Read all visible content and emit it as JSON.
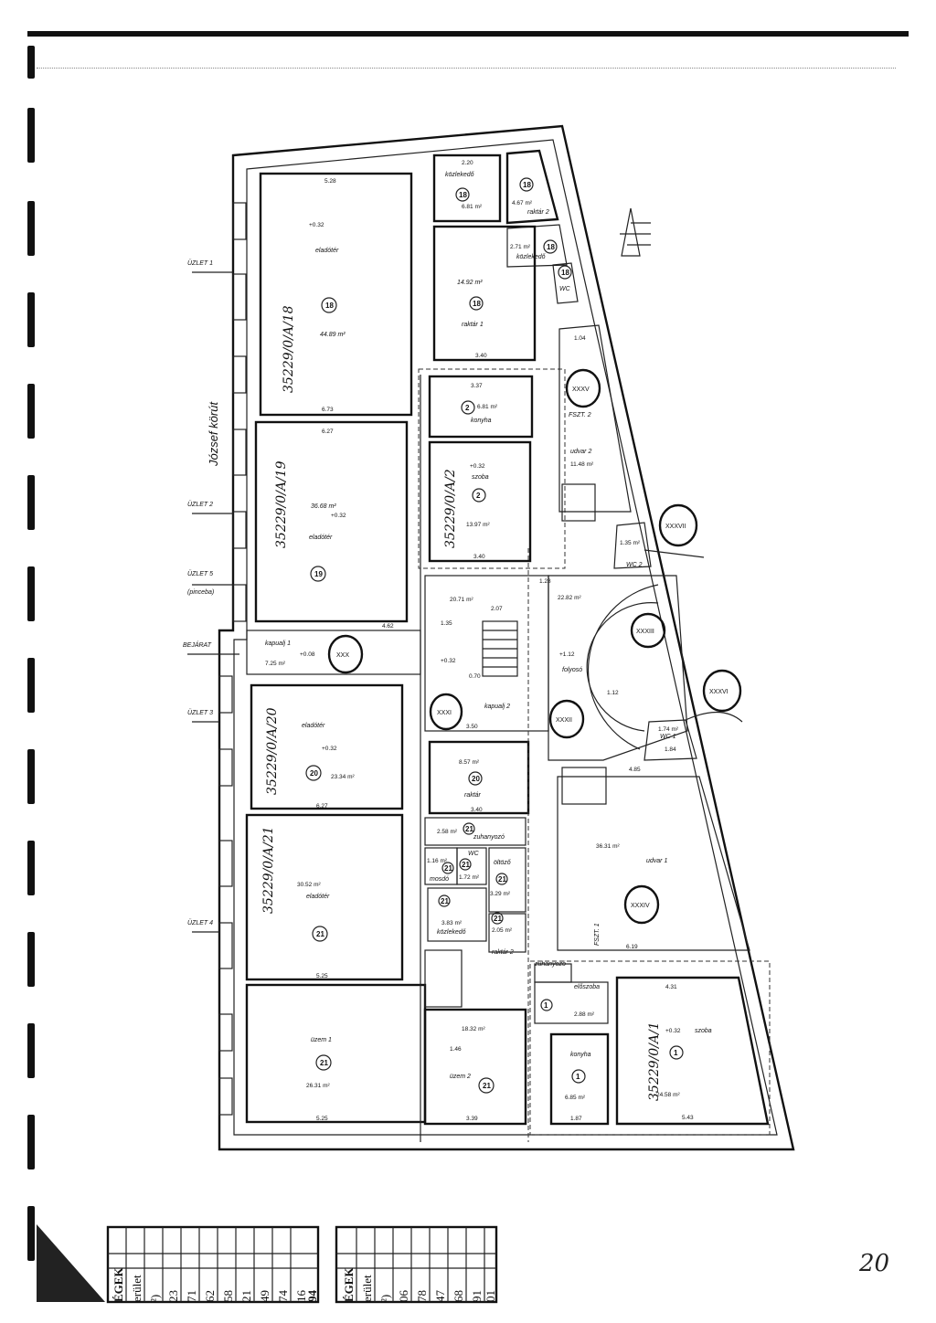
{
  "street": "József körút",
  "entrances": [
    {
      "id": "uzlet1",
      "label": "ÜZLET 1"
    },
    {
      "id": "uzlet2",
      "label": "ÜZLET 2"
    },
    {
      "id": "uzlet5",
      "label": "ÜZLET 5"
    },
    {
      "id": "uzlet5sub",
      "label": "(pinceba)"
    },
    {
      "id": "bejarat",
      "label": "BEJÁRAT"
    },
    {
      "id": "uzlet3",
      "label": "ÜZLET 3"
    },
    {
      "id": "uzlet4",
      "label": "ÜZLET 4"
    }
  ],
  "handwritten": {
    "h1": "35229/0/A/18",
    "h2": "35229/0/A/19",
    "h3": "35229/0/A/2",
    "h4": "35229/0/A/20",
    "h5": "35229/0/A/21",
    "h6": "35229/0/A/1"
  },
  "rooms": {
    "eladoter1": {
      "name": "eladótér",
      "area": "44.89 m²",
      "num": "18",
      "level": "+0.32"
    },
    "eladoter2": {
      "name": "eladótér",
      "area": "36.68 m²",
      "num": "19",
      "level": "+0.32"
    },
    "kozlekedo_top": {
      "name": "közlekedő",
      "area": "6.81 m²",
      "num": "18"
    },
    "raktar2": {
      "name": "raktár 2",
      "area": "4.67 m²",
      "num": "18"
    },
    "kozlekedo2": {
      "name": "közlekedő",
      "area": "2.71 m²",
      "num": "18"
    },
    "wc_top": {
      "name": "WC",
      "num": "18"
    },
    "raktar1": {
      "name": "raktár 1",
      "area": "14.92 m²",
      "num": "18"
    },
    "konyha_top": {
      "name": "konyha",
      "area": "6.81 m²",
      "num": "2"
    },
    "szoba2": {
      "name": "szoba",
      "area": "13.97 m²",
      "num": "2",
      "level": "+0.32"
    },
    "kapualj1": {
      "name": "kapualj 1",
      "area": "7.25 m²",
      "level": "+0.08"
    },
    "hall": {
      "area": "20.71 m²",
      "level": "+0.32"
    },
    "folyoso": {
      "name": "folyosó",
      "area": "22.82 m²",
      "level": "+1.12"
    },
    "kapualj2": {
      "name": "kapualj 2"
    },
    "udvar2": {
      "name": "udvar 2",
      "area": "11.48 m²"
    },
    "fszt2": {
      "name": "FSZT. 2"
    },
    "wc2": {
      "name": "WC 2",
      "area": "1.35 m²"
    },
    "wc1": {
      "name": "WC 1",
      "area": "1.74 m²"
    },
    "eladoter3": {
      "name": "eladótér",
      "area": "23.34 m²",
      "num": "20",
      "level": "+0.32"
    },
    "raktar20": {
      "name": "raktár",
      "area": "8.57 m²",
      "num": "20"
    },
    "eladoter4": {
      "name": "eladótér",
      "area": "30.52 m²",
      "num": "21"
    },
    "zuhanyozo21": {
      "name": "zuhanyozó",
      "area": "2.58 m²",
      "num": "21"
    },
    "mosdo": {
      "name": "mosdó",
      "area": "1.16 m²",
      "num": "21"
    },
    "wc21": {
      "name": "WC",
      "area": "1.72 m²",
      "num": "21"
    },
    "oltozo": {
      "name": "öltöző",
      "area": "3.29 m²",
      "num": "21"
    },
    "kozlekedo21": {
      "name": "közlekedő",
      "area": "3.83 m²",
      "num": "21"
    },
    "raktar21": {
      "name": "raktár 2",
      "area": "2.05 m²",
      "num": "21"
    },
    "uzem1": {
      "name": "üzem 1",
      "area": "26.31 m²",
      "num": "21"
    },
    "uzem2": {
      "name": "üzem 2",
      "area": "18.32 m²",
      "num": "21"
    },
    "udvar1": {
      "name": "udvar 1",
      "area": "36.31 m²"
    },
    "fszt1": {
      "name": "FSZT. 1"
    },
    "zuhanyozo1": {
      "name": "zuhanyozó"
    },
    "eloszoba1": {
      "name": "előszoba",
      "area": "2.88 m²",
      "num": "1"
    },
    "konyha1": {
      "name": "konyha",
      "area": "6.85 m²",
      "num": "1"
    },
    "szoba1": {
      "name": "szoba",
      "area": "24.58 m²",
      "num": "1",
      "level": "+0.32"
    }
  },
  "dims": {
    "d1": "5.28",
    "d2": "6.73",
    "d3": "6.27",
    "d4": "4.62",
    "d5": "6.27",
    "d6": "5.25",
    "d7": "5.25",
    "d8": "3.40",
    "d9": "3.37",
    "d10": "3.40",
    "d11": "1.28",
    "d12": "3.50",
    "d13": "3.40",
    "d14": "3.39",
    "d15": "4.85",
    "d16": "6.19",
    "d17": "4.31",
    "d18": "5.43",
    "d19": "1.87",
    "d20": "1.04",
    "d21": "2.20",
    "d22": "2.07",
    "d23": "1.35",
    "d24": "0.70",
    "d25": "1.84",
    "d26": "1.46",
    "d27": "1.12"
  },
  "roman": {
    "r30": "XXX",
    "r31": "XXXI",
    "r32": "XXXII",
    "r33": "XXXIII",
    "r34": "XXXIV",
    "r35": "XXXV",
    "r36": "XXXVI",
    "r37": "XXXVII"
  },
  "tables": {
    "left_header": "ÉGEK",
    "left_sub": "erület",
    "left_sub2": "²)",
    "left_rows": [
      "23",
      "71",
      "62",
      "58",
      "21",
      "49",
      "74",
      "16",
      "94"
    ],
    "right_header": "ÉGEK",
    "right_sub": "erület",
    "right_sub2": "²)",
    "right_rows": [
      "06",
      "78",
      "47",
      "68",
      "91",
      "01"
    ]
  },
  "page_number": "20"
}
